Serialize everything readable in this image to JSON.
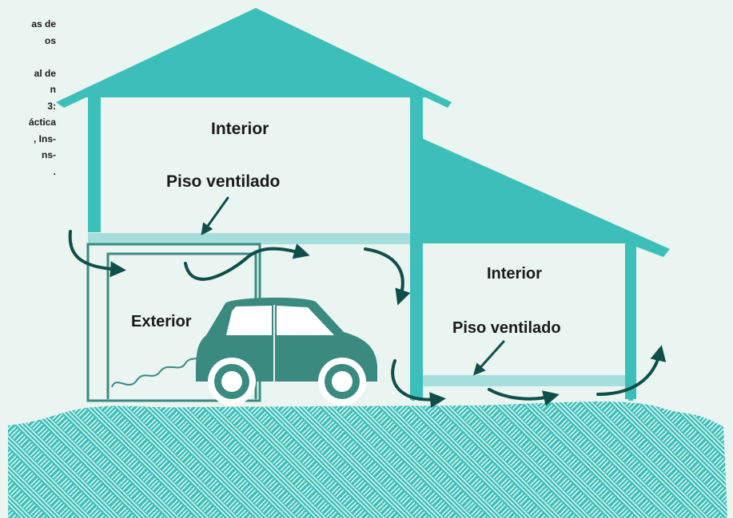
{
  "side_note": {
    "lines": [
      "as de",
      "os",
      "",
      "al de",
      "n",
      "3:",
      "áctica",
      ", Ins-",
      "ns-",
      "."
    ]
  },
  "labels": {
    "upper_interior": "Interior",
    "upper_floor": "Piso ventilado",
    "lower_interior": "Interior",
    "lower_floor": "Piso ventilado",
    "exterior": "Exterior"
  },
  "colors": {
    "house": "#3cbfb8",
    "floor": "#a6dede",
    "ground": "#3cbfb8",
    "ground_pattern": "#ffffff",
    "car": "#3a8a80",
    "arrows": "#0f4f49",
    "background": "#eaf4f1"
  }
}
